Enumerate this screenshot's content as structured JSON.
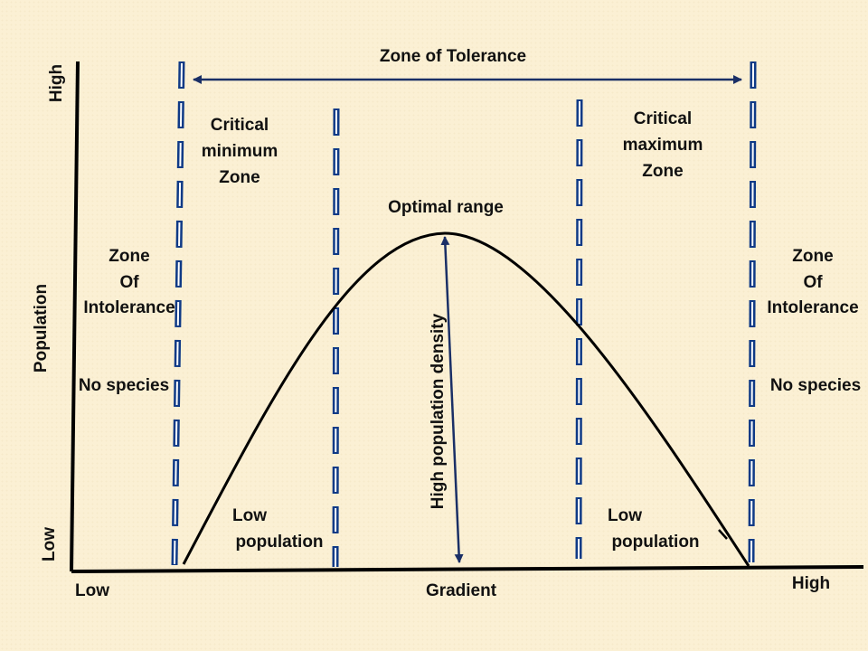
{
  "title": "Zone of Tolerance",
  "y_axis": {
    "label": "Population",
    "high": "High",
    "low": "Low"
  },
  "x_axis": {
    "label": "Gradient",
    "low": "Low",
    "high": "High"
  },
  "critical_min": [
    "Critical",
    "minimum",
    "Zone"
  ],
  "critical_max": [
    "Critical",
    "maximum",
    "Zone"
  ],
  "optimal": "Optimal range",
  "density": "High population density",
  "intolerance_left": [
    "Zone",
    "Of",
    "Intolerance"
  ],
  "intolerance_right": [
    "Zone",
    "Of",
    "Intolerance"
  ],
  "no_species_left": "No species",
  "no_species_right": "No species",
  "low_pop_left": [
    "Low",
    "population"
  ],
  "low_pop_right": [
    "Low",
    "population"
  ],
  "colors": {
    "dash": "#0f3a86",
    "dash_fill": "#ffffff",
    "line": "#000000",
    "arrow": "#1a2f66",
    "background": "#fbf0d4"
  }
}
